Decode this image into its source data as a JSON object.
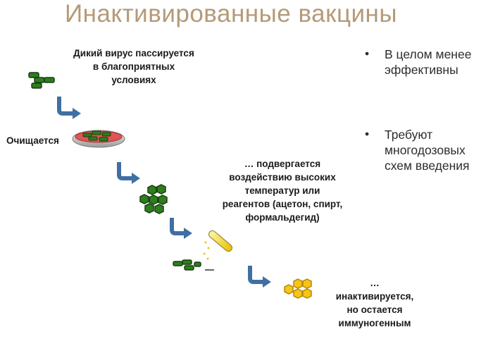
{
  "title": "Инактивированные  вакцины",
  "steps": {
    "wild_virus": "Дикий вирус пассируется\nв благоприятных\nусловиях",
    "purified": "Очищается",
    "treated": "… подвергается\nвоздействию высоких\nтемператур или\nреагентов (ацетон, спирт,\nформальдегид)",
    "inactivated": "…\nинактивируется,\nно остается\nиммуногенным"
  },
  "bullets": [
    {
      "marker": "•",
      "text": "В целом менее\nэффективны"
    },
    {
      "marker": "•",
      "text": "Требуют\nмногодозовых\nсхем введения"
    }
  ],
  "colors": {
    "title": "#b49a78",
    "arrow": "#3f6fa3",
    "virus_green": "#2e7d1e",
    "virus_dark": "#163f0f",
    "virus_inactive": "#f5c518",
    "dish_medium": "#e05555"
  }
}
